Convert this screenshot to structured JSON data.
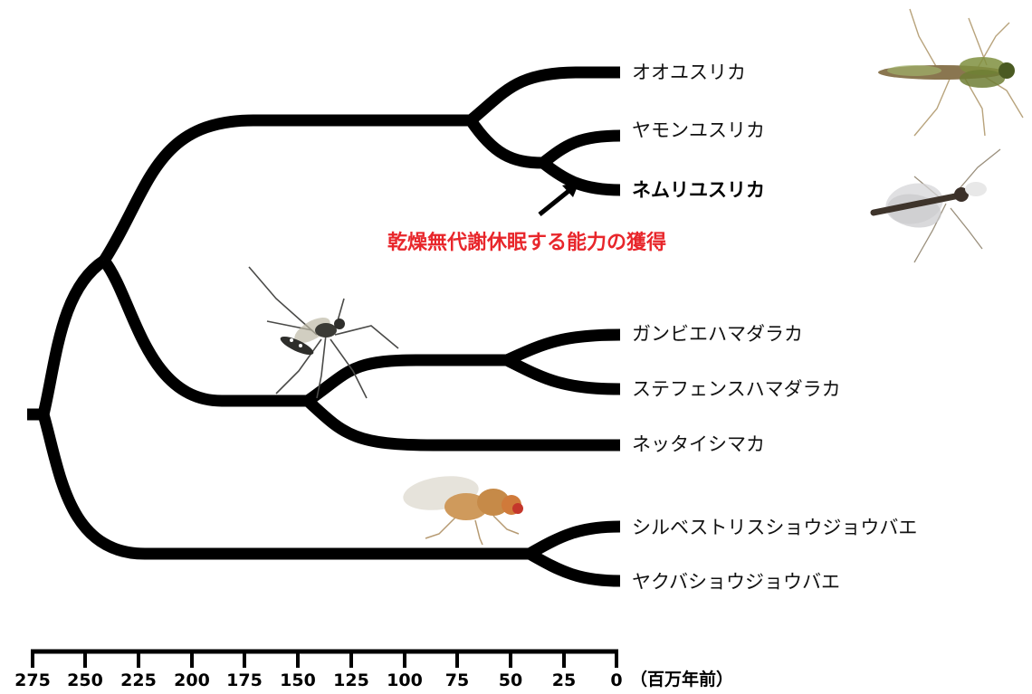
{
  "taxa": [
    {
      "label": "オオユスリカ",
      "bold": false
    },
    {
      "label": "ヤモンユスリカ",
      "bold": false
    },
    {
      "label": "ネムリユスリカ",
      "bold": true
    },
    {
      "label": "ガンビエハマダラカ",
      "bold": false
    },
    {
      "label": "ステフェンスハマダラカ",
      "bold": false
    },
    {
      "label": "ネッタイシマカ",
      "bold": false
    },
    {
      "label": "シルベストリスショウジョウバエ",
      "bold": false
    },
    {
      "label": "ヤクバショウジョウバエ",
      "bold": false
    }
  ],
  "annotation": {
    "text": "乾燥無代謝休眠する能力の獲得",
    "color": "#e8262b"
  },
  "axis": {
    "ticks": [
      "275",
      "250",
      "225",
      "200",
      "175",
      "150",
      "125",
      "100",
      "75",
      "50",
      "25",
      "0"
    ],
    "unit": "（百万年前）"
  },
  "illustrations": [
    "midge-illustration",
    "sleeping-midge-illustration",
    "mosquito-illustration",
    "fruit-fly-illustration"
  ]
}
